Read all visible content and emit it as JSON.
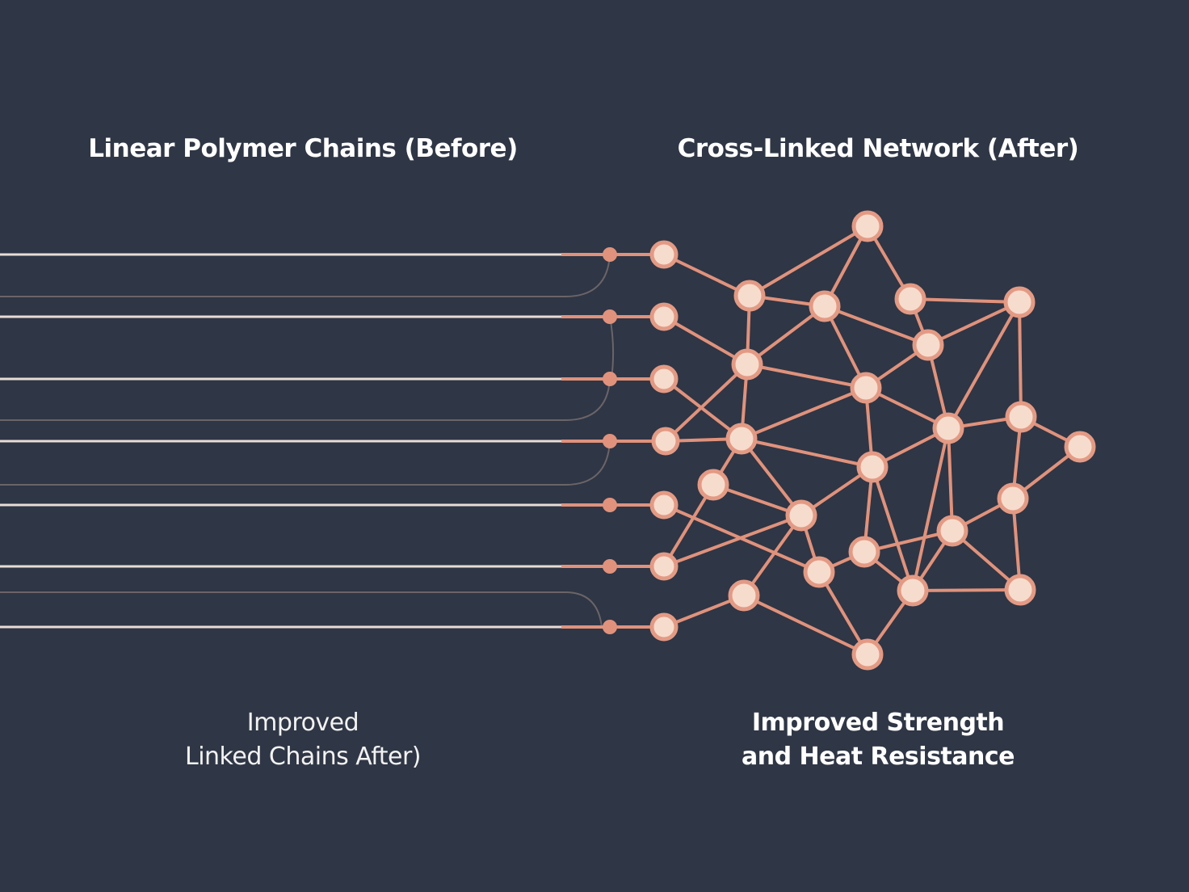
{
  "left_title": "Linear Polymer Chains (Before)",
  "right_title": "Cross-Linked Network (After)",
  "left_caption": {
    "line1": "Improved",
    "line2": "Linked Chains After)"
  },
  "right_caption": {
    "line1": "Improved Strength",
    "line2": "and Heat Resistance"
  },
  "colors": {
    "background": "#2f3645",
    "chain": "#e8dcd6",
    "bond": "#e0927c",
    "node_fill": "#f6dccd",
    "node_stroke": "#e39a84"
  }
}
